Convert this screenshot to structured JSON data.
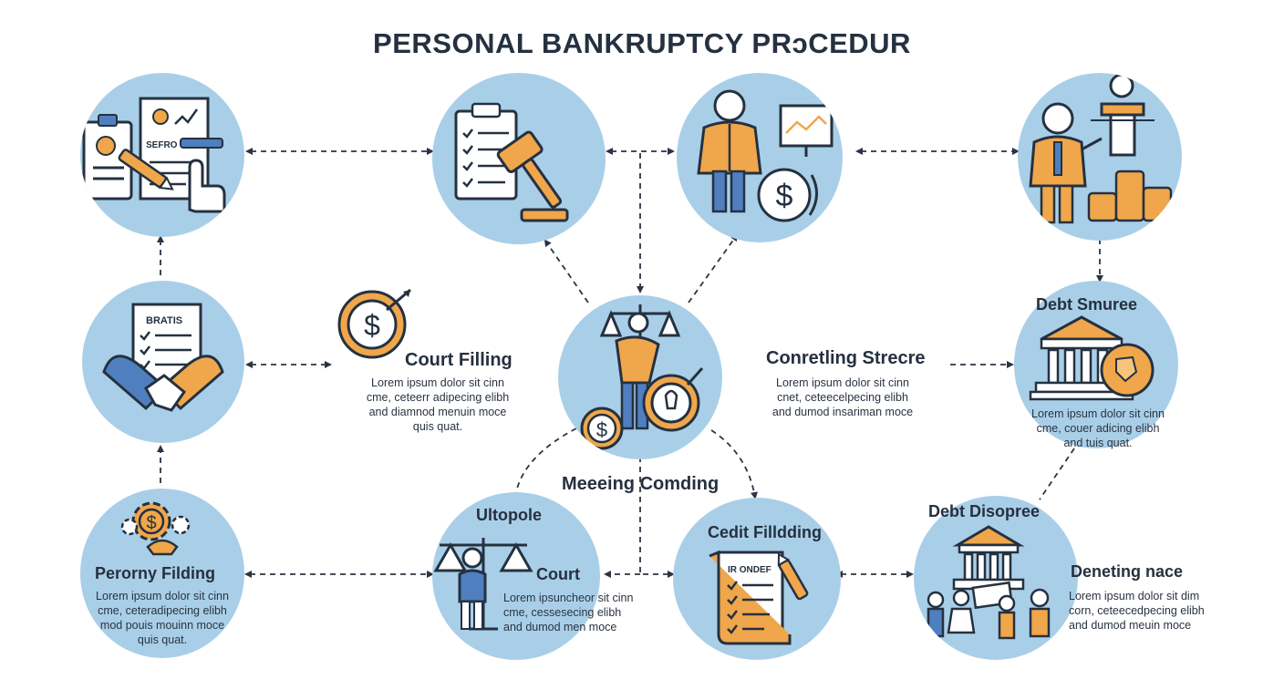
{
  "title": "PERSONAL BANKRUPTCY PRɔCEDUR",
  "colors": {
    "node_fill": "#a9cfe8",
    "accent": "#f0a64a",
    "outline": "#253140",
    "blue_figure": "#4f7fbf"
  },
  "icons": {
    "n1": [
      "clipboard-icon",
      "document-icon",
      "pen-icon",
      "hand-pointer-icon"
    ],
    "n2": [
      "checklist-icon",
      "gavel-icon"
    ],
    "n3": [
      "person-icon",
      "presentation-board-icon",
      "dollar-cycle-icon"
    ],
    "n4": [
      "person-icon",
      "podium-icon",
      "coin-stack-icon"
    ],
    "n5": [
      "document-icon",
      "handshake-icon"
    ],
    "n6": [
      "dollar-target-icon"
    ],
    "n7": [
      "scales-icon",
      "person-icon",
      "dollar-coin-icon",
      "lightbulb-target-icon"
    ],
    "n8": [
      "bank-building-icon",
      "clock-icon"
    ],
    "n9": [
      "gear-dollar-icon"
    ],
    "n10": [
      "scales-icon",
      "person-icon"
    ],
    "n11": [
      "form-document-icon",
      "pen-icon"
    ],
    "n12": [
      "bank-building-icon",
      "people-icon"
    ]
  },
  "nodes": {
    "n1": {
      "badge": "SEFRO"
    },
    "n5": {
      "badge": "BRATIS"
    },
    "n11": {
      "badge": "IR ONDEF"
    }
  },
  "sections": {
    "court_filling": {
      "label": "Court Filling",
      "desc": [
        "Lorem ipsum dolor sit cinn",
        "cme, ceteerr adipecing elibh",
        "and diamnod menuin moce",
        "quis quat."
      ]
    },
    "conretling": {
      "label": "Conretling Strecre",
      "desc": [
        "Lorem ipsum dolor sit cinn",
        "cnet, ceteecelpecing elibh",
        "and dumod insariman moce"
      ]
    },
    "debt_smuree": {
      "label": "Debt Smuree",
      "desc": [
        "Lorem ipsum dolor sit cinn",
        "cme, couer adicing elibh",
        "and tuis quat."
      ]
    },
    "meeing": {
      "label": "Meeeing Comding"
    },
    "ultopole": {
      "label": "Ultopole"
    },
    "court": {
      "label": "Court",
      "desc": [
        "Lorem ipsuncheor sit cinn",
        "cme, cessesecing elibh",
        "and dumod men moce"
      ]
    },
    "cedit": {
      "label": "Cedit Filldding"
    },
    "debt_disopree": {
      "label": "Debt Disopree"
    },
    "deneting": {
      "label": "Deneting nace",
      "desc": [
        "Lorem ipsum dolor sit dim",
        "corn, ceteecedpecing elibh",
        "and dumod meuin moce"
      ]
    },
    "perorny": {
      "label": "Perorny Filding",
      "desc": [
        "Lorem ipsum dolor sit cinn",
        "cme, ceteradipecing elibh",
        "mod pouis mouinn moce",
        "quis quat."
      ]
    }
  }
}
